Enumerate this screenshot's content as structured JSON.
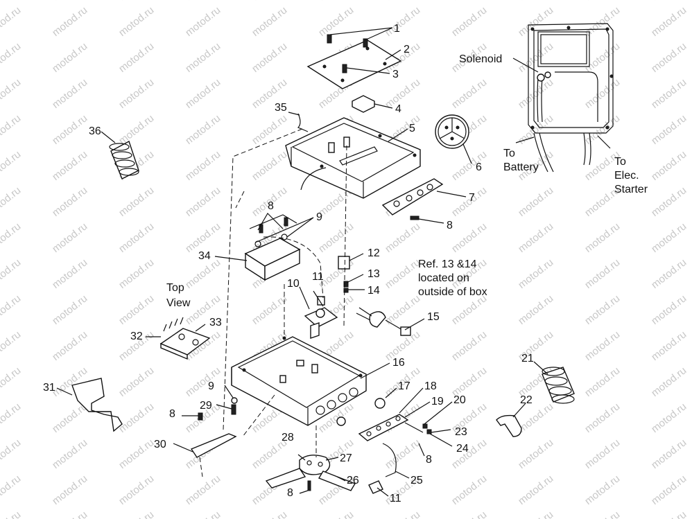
{
  "watermark": "motod.ru",
  "callouts": [
    "1",
    "2",
    "3",
    "4",
    "5",
    "6",
    "7",
    "8",
    "9",
    "10",
    "11",
    "12",
    "13",
    "14",
    "15",
    "16",
    "17",
    "18",
    "19",
    "20",
    "21",
    "22",
    "23",
    "24",
    "25",
    "26",
    "27",
    "28",
    "29",
    "30",
    "31",
    "32",
    "33",
    "34",
    "35",
    "36"
  ],
  "labels": {
    "solenoid": "Solenoid",
    "to_battery_1": "To",
    "to_battery_2": "Battery",
    "to_starter_1": "To",
    "to_starter_2": "Elec.",
    "to_starter_3": "Starter",
    "top_view_1": "Top",
    "top_view_2": "View",
    "ref_note_1": "Ref. 13 &14",
    "ref_note_2": "located on",
    "ref_note_3": "outside of box"
  }
}
